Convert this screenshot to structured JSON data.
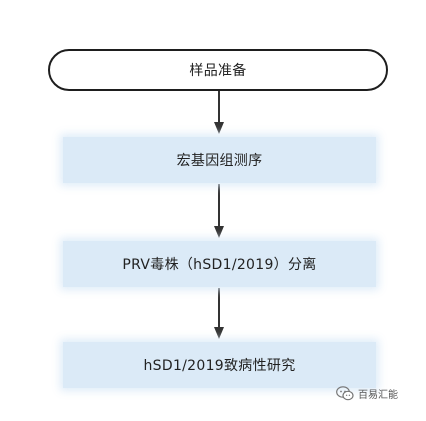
{
  "flowchart": {
    "nodes": [
      {
        "label": "样品准备",
        "shape": "rounded-terminal"
      },
      {
        "label": "宏基因组测序",
        "shape": "rectangle"
      },
      {
        "label": "PRV毒株（hSD1/2019）分离",
        "shape": "rectangle"
      },
      {
        "label": "hSD1/2019致病性研究",
        "shape": "rectangle"
      }
    ],
    "edges": [
      {
        "from": 0,
        "to": 1
      },
      {
        "from": 1,
        "to": 2
      },
      {
        "from": 2,
        "to": 3
      }
    ],
    "colors": {
      "box_fill": "#dbeaf7",
      "outline": "#1e1e1e",
      "arrow": "#333333",
      "text": "#222222"
    }
  },
  "watermark": {
    "icon": "wechat-icon",
    "text": "百易汇能"
  }
}
